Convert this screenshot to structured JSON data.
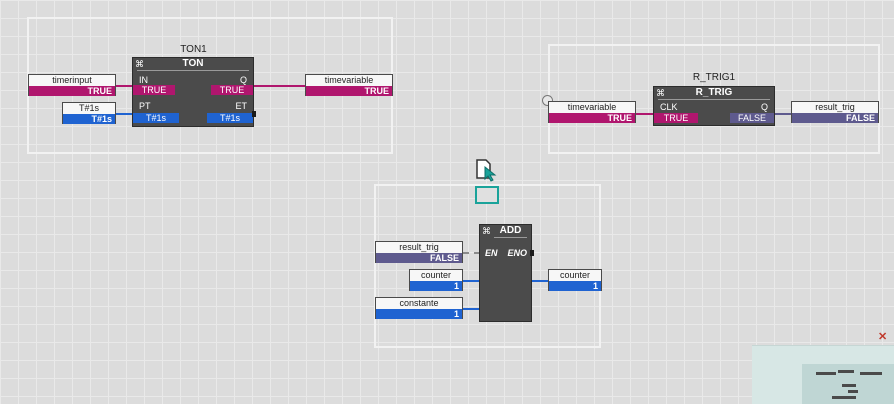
{
  "ton": {
    "instance": "TON1",
    "type": "TON",
    "in_pin": "IN",
    "in_value": "TRUE",
    "pt_pin": "PT",
    "pt_value": "T#1s",
    "q_pin": "Q",
    "q_value": "TRUE",
    "et_pin": "ET",
    "et_value": "T#1s",
    "in_var": {
      "name": "timerinput",
      "value": "TRUE"
    },
    "pt_var": {
      "name": "T#1s",
      "value": "T#1s"
    },
    "q_var": {
      "name": "timevariable",
      "value": "TRUE"
    }
  },
  "rtrig": {
    "instance": "R_TRIG1",
    "type": "R_TRIG",
    "clk_pin": "CLK",
    "clk_value": "TRUE",
    "q_pin": "Q",
    "q_value": "FALSE",
    "clk_var": {
      "name": "timevariable",
      "value": "TRUE"
    },
    "q_var": {
      "name": "result_trig",
      "value": "FALSE"
    }
  },
  "add": {
    "type": "ADD",
    "en_label": "EN",
    "eno_label": "ENO",
    "en_var": {
      "name": "result_trig",
      "value": "FALSE"
    },
    "in1_var": {
      "name": "counter",
      "value": "1"
    },
    "in2_var": {
      "name": "constante",
      "value": "1"
    },
    "out_var": {
      "name": "counter",
      "value": "1"
    }
  },
  "colors": {
    "bool": "#b0166e",
    "time_int": "#1f63d1",
    "bool_false": "#5e5a8e",
    "block": "#4b4b4b",
    "selection": "#1aa39a"
  },
  "icons": {
    "block": "block-grip-icon",
    "cursor": "document-cursor-icon",
    "connector": "connector-circle-icon",
    "close": "close-icon"
  }
}
